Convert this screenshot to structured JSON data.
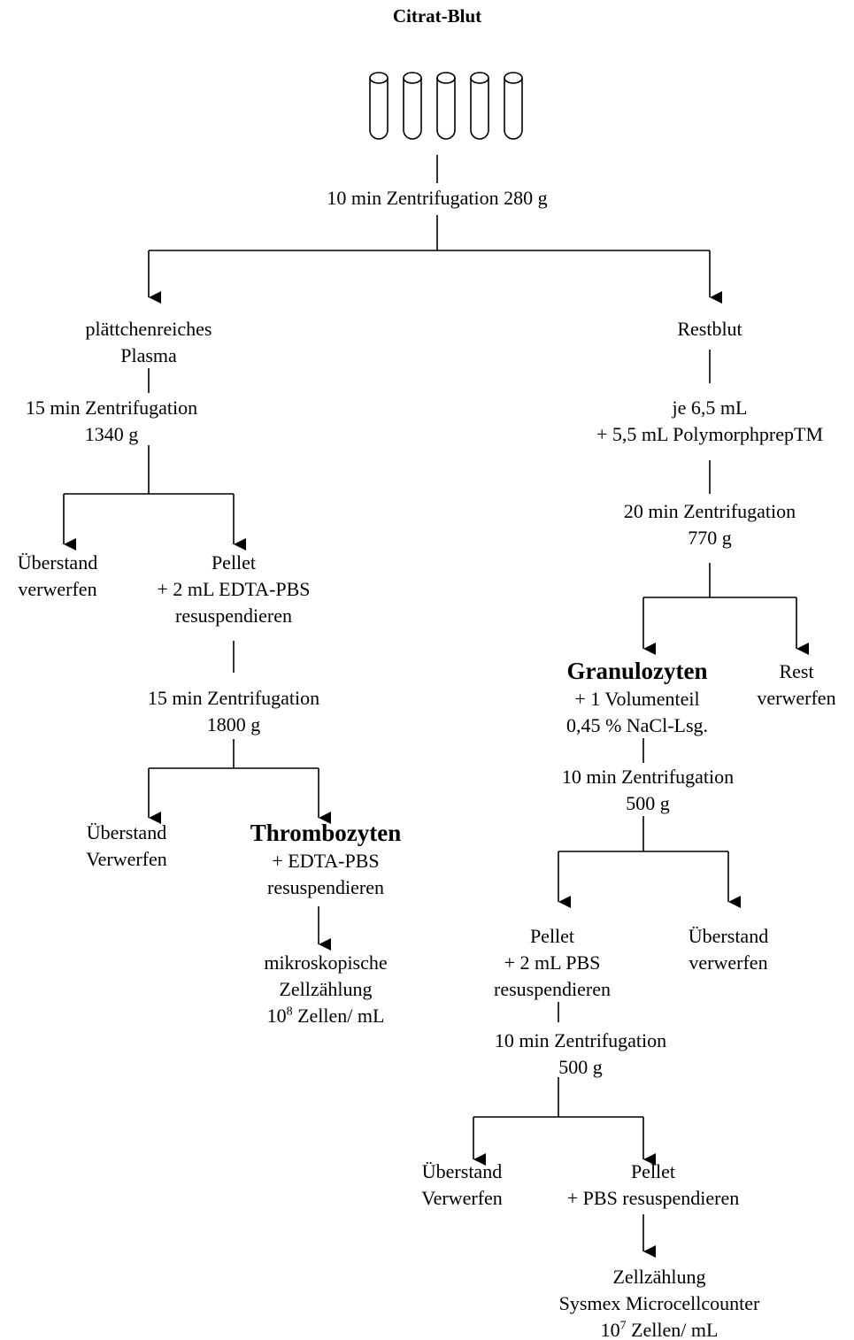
{
  "title": "Citrat-Blut",
  "step_1": "10 min Zentrifugation 280 g",
  "left": {
    "prp": [
      "plättchenreiches",
      "Plasma"
    ],
    "centrifugation_1": [
      "15 min Zentrifugation",
      "1340 g"
    ],
    "supernatant_1": [
      "Überstand",
      "verwerfen"
    ],
    "pellet": [
      "Pellet",
      "+ 2 mL EDTA-PBS",
      "resuspendieren"
    ],
    "centrifugation_2": [
      "15 min Zentrifugation",
      "1800 g"
    ],
    "supernatant_2": [
      "Überstand",
      "Verwerfen"
    ],
    "thrombocytes": {
      "name": "Thrombozyten",
      "lines": [
        "+ EDTA-PBS",
        "resuspendieren"
      ]
    },
    "count": {
      "lines": [
        "mikroskopische",
        "Zellzählung"
      ],
      "base": "10",
      "exponent": "8",
      "unit": " Zellen/ mL"
    }
  },
  "right": {
    "rest_blood": "Restblut",
    "polymorph": [
      "je 6,5 mL",
      "+ 5,5 mL PolymorphprepTM"
    ],
    "centrifugation_1": [
      "20 min Zentrifugation",
      "770 g"
    ],
    "granulocytes": {
      "name": "Granulozyten",
      "lines": [
        "+ 1 Volumenteil",
        "0,45 % NaCl-Lsg."
      ]
    },
    "rest_discard": [
      "Rest",
      "verwerfen"
    ],
    "centrifugation_2": [
      "10 min Zentrifugation",
      "500 g"
    ],
    "pellet_1": [
      "Pellet",
      "+ 2 mL PBS",
      "resuspendieren"
    ],
    "supernatant_1": [
      "Überstand",
      "verwerfen"
    ],
    "centrifugation_3": [
      "10 min Zentrifugation",
      "500 g"
    ],
    "supernatant_2": [
      "Überstand",
      "Verwerfen"
    ],
    "pellet_2": [
      "Pellet",
      "+ PBS resuspendieren"
    ],
    "count": {
      "lines": [
        "Zellzählung",
        "Sysmex Microcellcounter"
      ],
      "base": "10",
      "exponent": "7",
      "unit": " Zellen/ mL"
    }
  }
}
